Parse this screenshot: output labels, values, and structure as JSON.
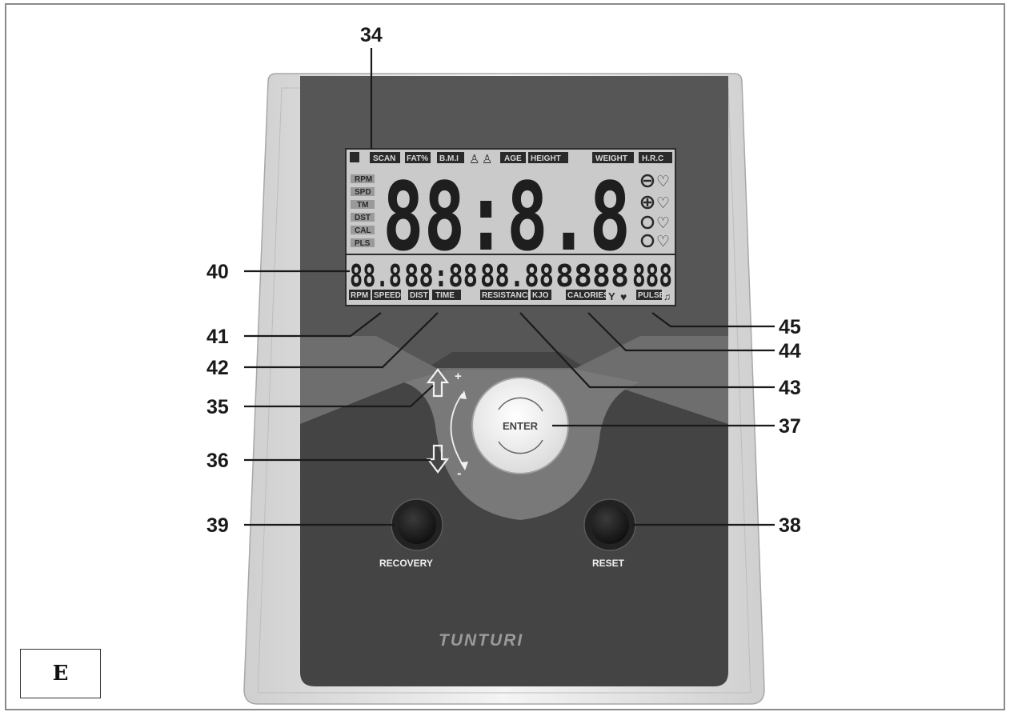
{
  "figure_label": "E",
  "callouts": {
    "c34": "34",
    "c35": "35",
    "c36": "36",
    "c37": "37",
    "c38": "38",
    "c39": "39",
    "c40": "40",
    "c41": "41",
    "c42": "42",
    "c43": "43",
    "c44": "44",
    "c45": "45"
  },
  "display": {
    "top_labels": [
      "SCAN",
      "FAT%",
      "B.M.I",
      "AGE",
      "HEIGHT",
      "WEIGHT",
      "H.R.C"
    ],
    "side_labels": [
      "RPM",
      "SPD",
      "TM",
      "DST",
      "CAL",
      "PLS"
    ],
    "main_digits": "88:8.8",
    "sub_digits": [
      "88.8",
      "88:88",
      "88.88",
      "8888",
      "888"
    ],
    "bottom_labels": [
      "RPM",
      "SPEED",
      "DIST",
      "TIME",
      "RESISTANCE",
      "KJO",
      "CALORIES",
      "PULSE"
    ]
  },
  "controls": {
    "enter_label": "ENTER",
    "plus": "+",
    "minus": "-",
    "recovery_label": "RECOVERY",
    "reset_label": "RESET"
  },
  "brand": "TUNTURI",
  "colors": {
    "console_dark": "#3f3f3f",
    "lcd_bg": "#c9c9c9",
    "frame_light": "#dcdcdc"
  }
}
